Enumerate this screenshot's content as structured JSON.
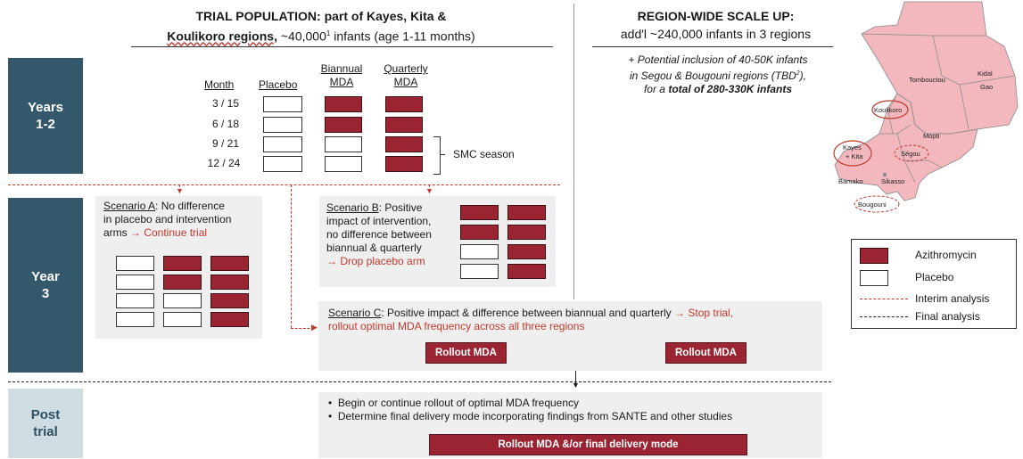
{
  "header": {
    "left_title": "TRIAL POPULATION: part of Kayes, Kita &",
    "left_title2_bold": "Koulikoro regions,",
    "left_title2_rest": " ~40,000",
    "left_title2_sup": "1",
    "left_title2_tail": " infants (age 1-11 months)",
    "right_title": "REGION-WIDE SCALE UP:",
    "right_subtitle": "add'l ~240,000 infants in 3 regions",
    "right_note_a": "+ Potential inclusion of 40-50K infants",
    "right_note_b": "in Segou & Bougouni regions (TBD",
    "right_note_b_sup": "2",
    "right_note_b_tail": "),",
    "right_note_c_pre": "for a ",
    "right_note_c_bold": "total of 280-330K infants"
  },
  "phases": {
    "years12": "Years\n1-2",
    "year3": "Year\n3",
    "post": "Post\ntrial"
  },
  "schedule": {
    "col_month": "Month",
    "col_placebo": "Placebo",
    "col_biannual_1": "Biannual",
    "col_biannual_2": "MDA",
    "col_quarterly_1": "Quarterly",
    "col_quarterly_2": "MDA",
    "rows": [
      "3 / 15",
      "6 / 18",
      "9 / 21",
      "12 / 24"
    ],
    "smc": "SMC season"
  },
  "scenarios": {
    "a_label": "Scenario A",
    "a_text1": ": No difference",
    "a_text2": "in placebo and intervention",
    "a_text3": "arms ",
    "a_action": "→ Continue trial",
    "b_label": "Scenario B",
    "b_text1": ": Positive",
    "b_text2": "impact of intervention,",
    "b_text3": "no difference between",
    "b_text4": "biannual & quarterly",
    "b_action": "→ Drop placebo arm",
    "c_label": "Scenario C",
    "c_text": ": Positive impact & difference between biannual and quarterly ",
    "c_action1": "→ Stop trial,",
    "c_action2": "rollout optimal MDA frequency across all three regions",
    "rollout1": "Rollout MDA",
    "rollout2": "Rollout MDA"
  },
  "post": {
    "bullet1": "Begin or continue rollout of optimal MDA frequency",
    "bullet2": "Determine final delivery mode incorporating findings from SANTE and other studies",
    "button": "Rollout MDA &/or final delivery mode"
  },
  "legend": {
    "azithro": "Azithromycin",
    "placebo": "Placebo",
    "interim": "Interim analysis",
    "final": "Final analysis"
  },
  "map": {
    "tombouctou": "Tombouctou",
    "kidal": "Kidal",
    "gao": "Gao",
    "koulikoro": "Koulikoro",
    "mopti": "Mopti",
    "kayes": "Kayes",
    "kita": "+ Kita",
    "segou": "Ségou",
    "bamako": "Bamako",
    "sikasso": "Sikasso",
    "bougouni": "Bougouni"
  },
  "colors": {
    "accent_red": "#9b2433",
    "phase_dark": "#33586b",
    "phase_light": "#cfdde2",
    "map_fill": "#f2b8be"
  }
}
